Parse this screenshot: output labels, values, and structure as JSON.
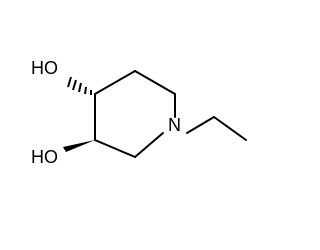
{
  "molecule": {
    "atoms": {
      "ho_top": "HO",
      "ho_bottom": "HO",
      "nitrogen": "N"
    },
    "bond_color": "#000000",
    "background": "#ffffff"
  }
}
